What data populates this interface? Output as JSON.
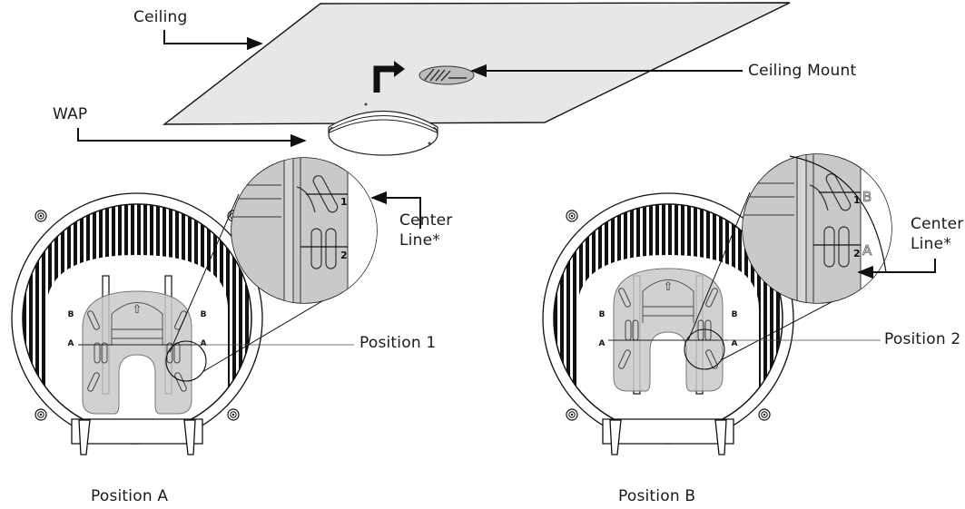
{
  "labels": {
    "ceiling": "Ceiling",
    "wap": "WAP",
    "ceiling_mount": "Ceiling Mount",
    "center_line_a_1": "Center",
    "center_line_a_2": "Line*",
    "center_line_b_1": "Center",
    "center_line_b_2": "Line*",
    "position_1": "Position 1",
    "position_2": "Position 2",
    "position_a": "Position A",
    "position_b": "Position B"
  },
  "marks": {
    "a": "A",
    "b": "B",
    "one": "1",
    "two": "2",
    "arrow_up": "⇧"
  },
  "colors": {
    "ceiling_fill": "#e6e7e8",
    "plate_fill": "#c9c9c9",
    "ink": "#111111",
    "bg": "#ffffff"
  }
}
